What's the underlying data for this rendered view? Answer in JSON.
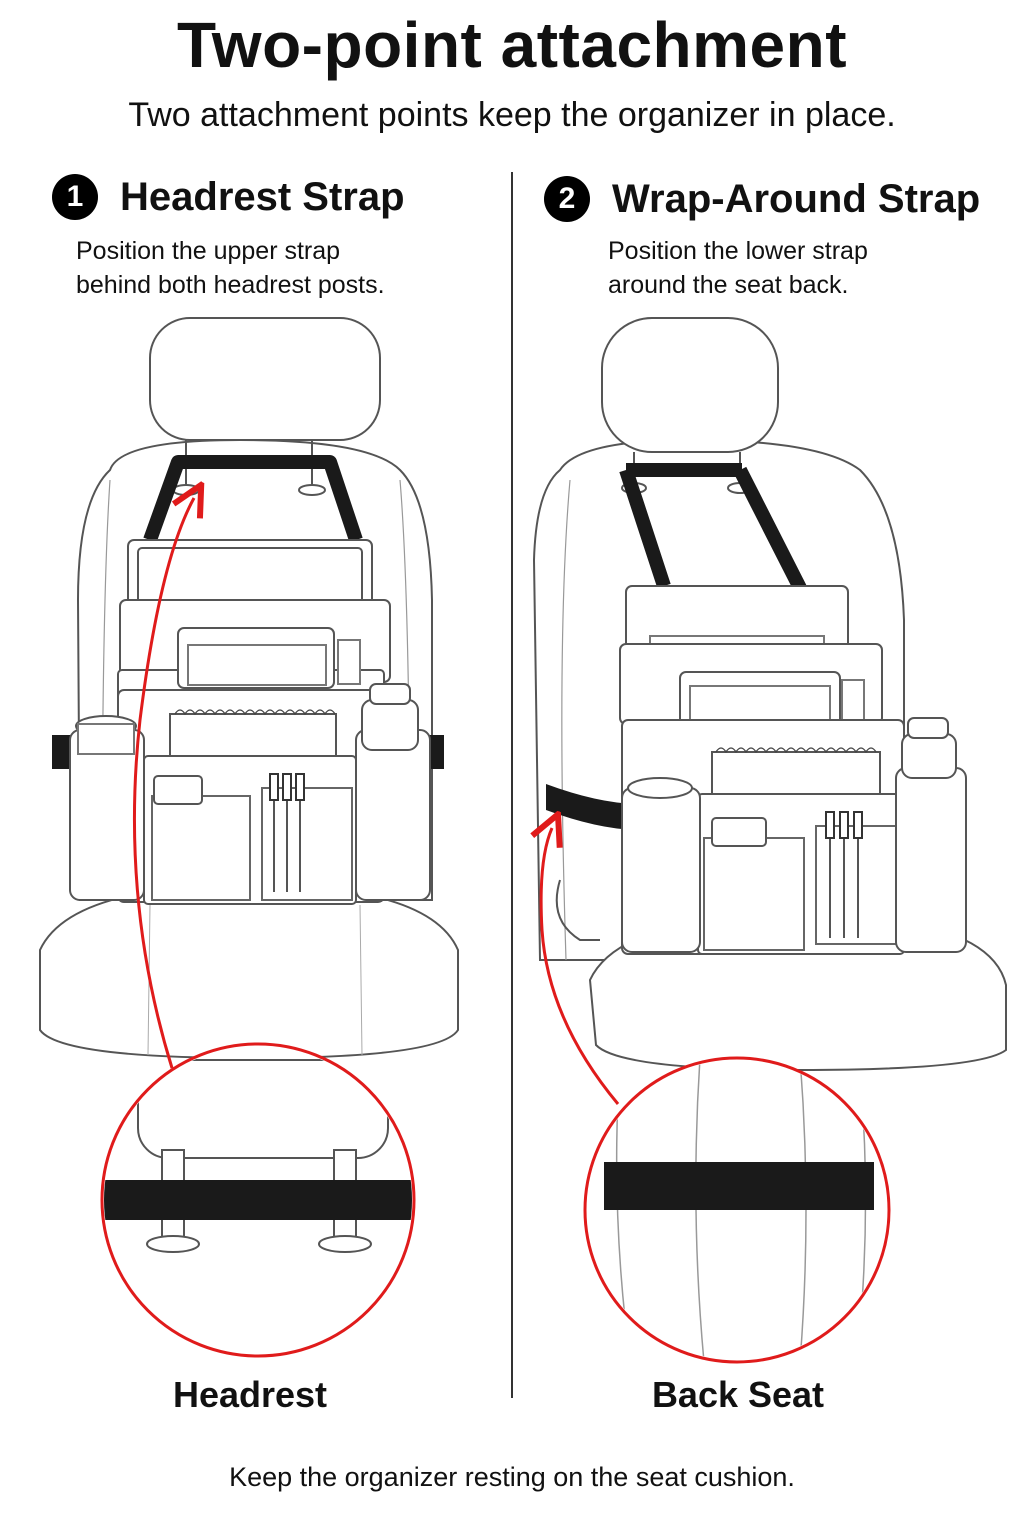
{
  "header": {
    "title": "Two-point attachment",
    "subtitle": "Two attachment points keep the organizer in place."
  },
  "steps": [
    {
      "number": "1",
      "title": "Headrest Strap",
      "description_lines": [
        "Position the upper strap",
        "behind both headrest posts."
      ],
      "caption": "Headrest"
    },
    {
      "number": "2",
      "title": "Wrap-Around Strap",
      "description_lines": [
        "Position the lower strap",
        "around the seat back."
      ],
      "caption": "Back Seat"
    }
  ],
  "footer": "Keep the organizer resting on the seat cushion.",
  "colors": {
    "accent_red": "#e01b1b",
    "strap": "#1a1a1a",
    "line": "#555555"
  }
}
